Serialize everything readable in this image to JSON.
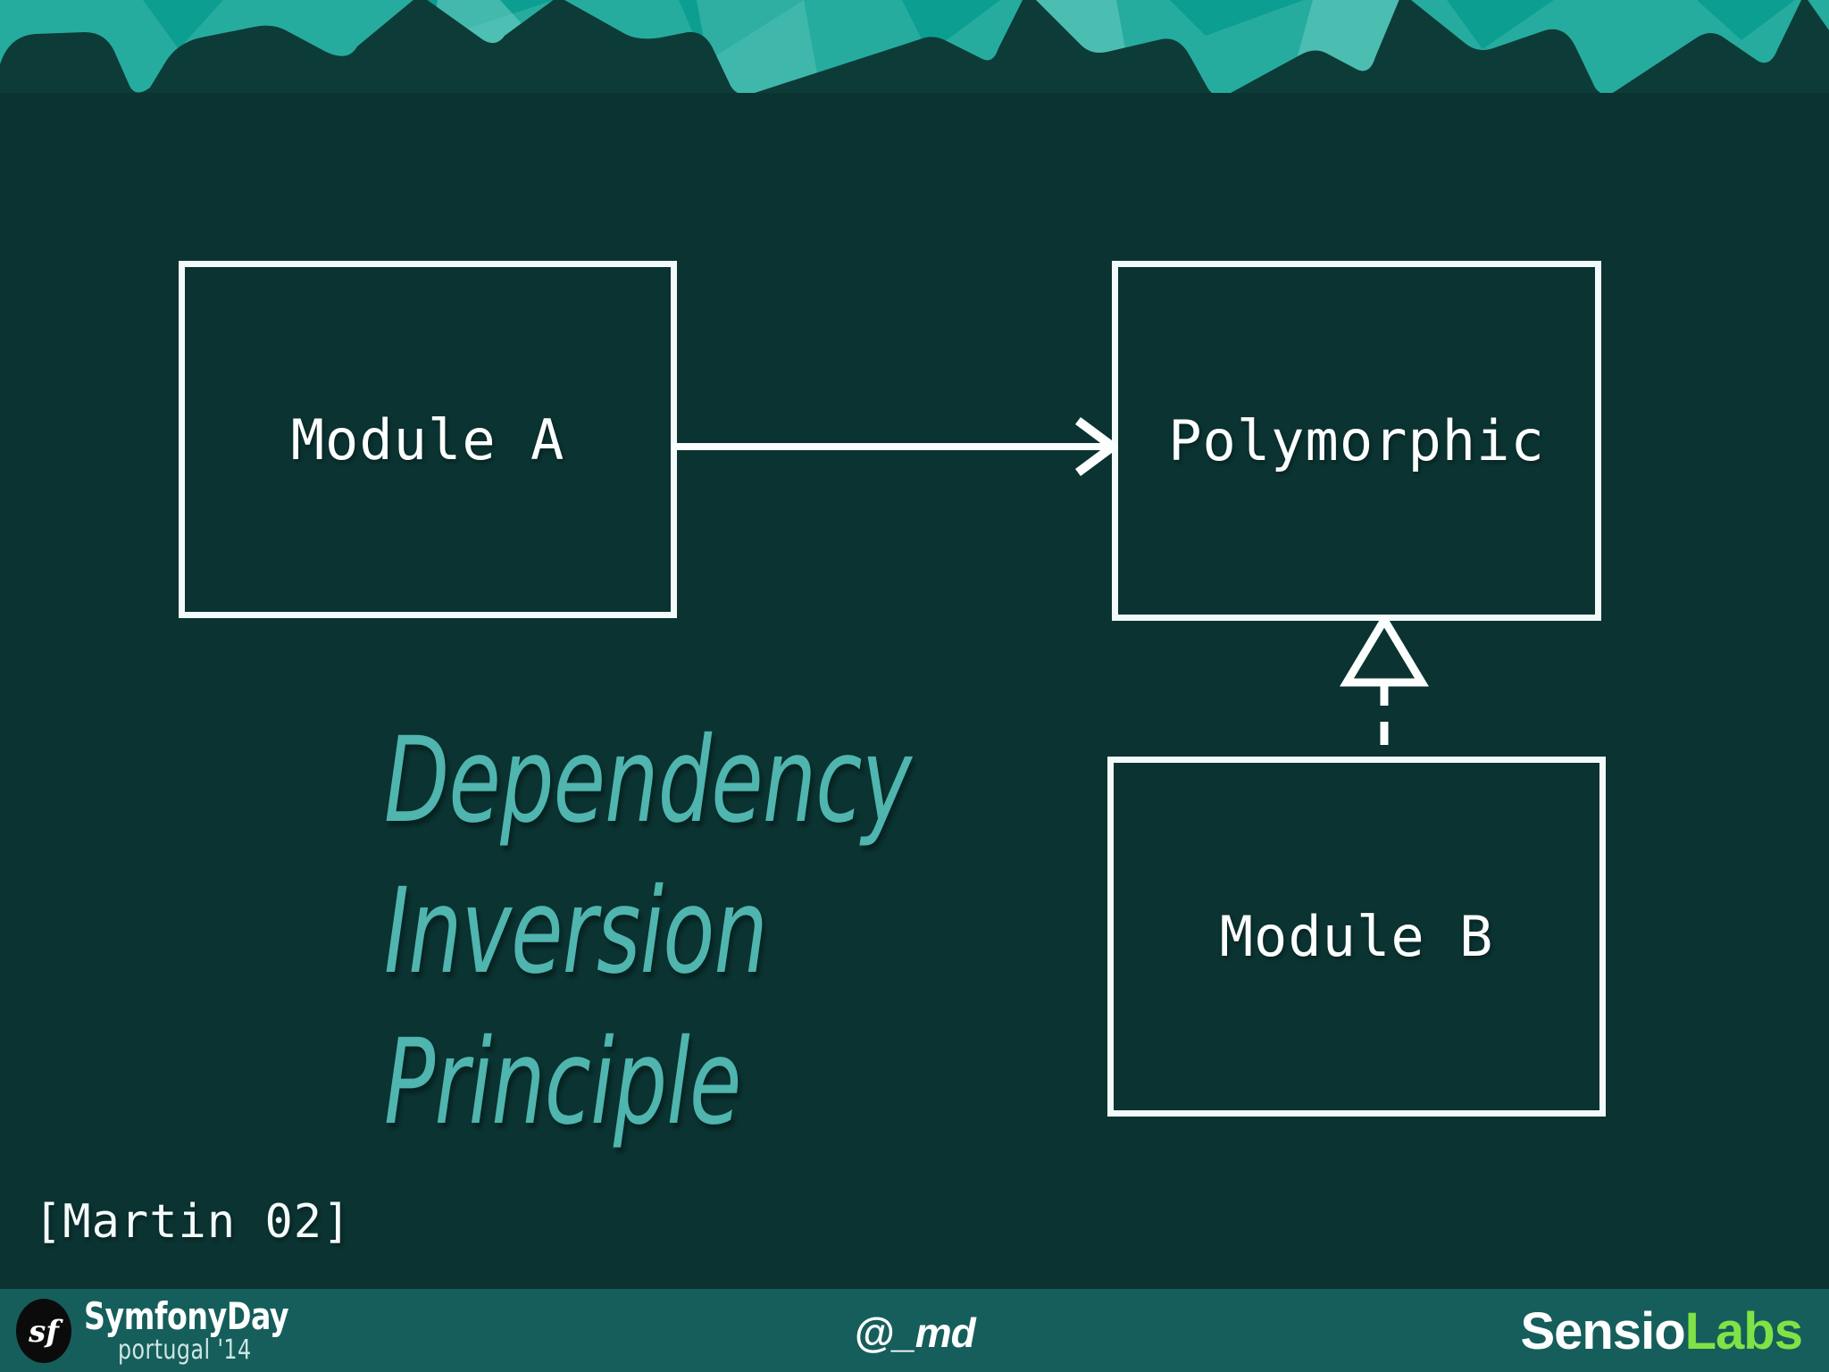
{
  "slide": {
    "background_color": "#0a3331",
    "accent_color": "#4fb5ae",
    "line_color": "#f2fbfa"
  },
  "decoration": {
    "name": "torn-mountain-edge",
    "colors": [
      "#0c9e91",
      "#3cb8ab",
      "#6fcfc3",
      "#0d3b38"
    ]
  },
  "diagram": {
    "type": "uml-class-diagram",
    "boxes": [
      {
        "id": "module-a",
        "label": "Module A"
      },
      {
        "id": "polymorphic",
        "label": "Polymorphic"
      },
      {
        "id": "module-b",
        "label": "Module B"
      }
    ],
    "connectors": [
      {
        "id": "association",
        "from": "module-a",
        "to": "polymorphic",
        "style": "solid",
        "head": "open-arrow"
      },
      {
        "id": "realization",
        "from": "module-b",
        "to": "polymorphic",
        "style": "dashed",
        "head": "hollow-triangle"
      }
    ]
  },
  "title": {
    "lines": [
      "Dependency",
      "Inversion",
      "Principle"
    ]
  },
  "citation": {
    "text": "[Martin 02]"
  },
  "footer": {
    "background_color": "#155e5b",
    "logo": {
      "icon": "symfony-sf-icon",
      "event_name": "SymfonyDay",
      "event_edition": "portugal '14"
    },
    "handle": "@_md",
    "brand": {
      "part_1": "Sensio",
      "part_2": "Labs",
      "part_1_color": "#ffffff",
      "part_2_color": "#7fe346"
    }
  }
}
